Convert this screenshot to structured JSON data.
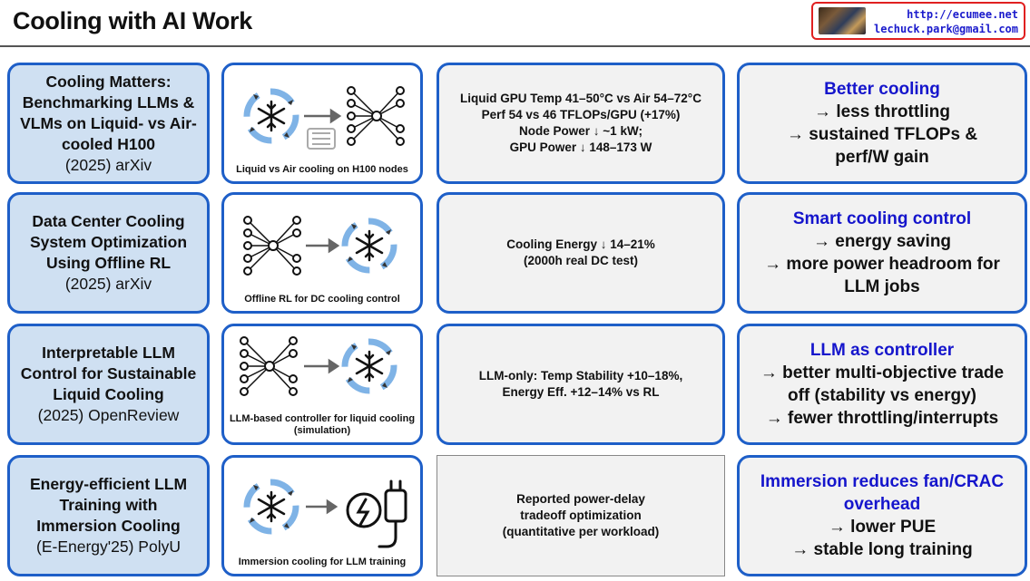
{
  "header": {
    "title": "Cooling with AI Work",
    "url": "http://ecumee.net",
    "email": "lechuck.park@gmail.com"
  },
  "rows": [
    {
      "paper_title": "Cooling Matters: Benchmarking LLMs & VLMs on Liquid- vs Air-cooled H100",
      "venue": "(2025) arXiv",
      "icon_caption": "Liquid vs Air cooling on H100 nodes",
      "results": [
        "Liquid GPU Temp 41–50°C vs Air 54–72°C",
        "Perf 54 vs 46 TFLOPs/GPU (+17%)",
        "Node Power ↓ ~1 kW;",
        "GPU Power ↓ 148–173 W"
      ],
      "insight_head": "Better cooling",
      "insight_lines": [
        "→ less throttling",
        "→ sustained TFLOPs &",
        "perf/W gain"
      ]
    },
    {
      "paper_title": "Data Center Cooling System Optimization Using Offline RL",
      "venue": "(2025) arXiv",
      "icon_caption": "Offline RL for DC cooling control",
      "results": [
        "Cooling Energy ↓ 14–21%",
        "(2000h real DC test)"
      ],
      "insight_head": "Smart cooling control",
      "insight_lines": [
        "→ energy saving",
        "→ more power headroom for",
        "LLM jobs"
      ]
    },
    {
      "paper_title": "Interpretable LLM Control for Sustainable Liquid Cooling",
      "venue": "(2025) OpenReview",
      "icon_caption": "LLM-based controller for liquid cooling (simulation)",
      "results": [
        "LLM-only: Temp Stability +10–18%,",
        "Energy Eff. +12–14% vs RL"
      ],
      "insight_head": "LLM as controller",
      "insight_lines": [
        "→ better multi-objective trade",
        "off (stability vs energy)",
        "→ fewer throttling/interrupts"
      ]
    },
    {
      "paper_title": "Energy-efficient LLM Training with Immersion Cooling",
      "venue": "(E-Energy'25) PolyU",
      "icon_caption": "Immersion cooling for LLM training",
      "results": [
        "Reported power-delay",
        "tradeoff optimization",
        "(quantitative per workload)"
      ],
      "insight_head": "Immersion reduces fan/CRAC overhead",
      "insight_lines": [
        "→ lower PUE",
        "→ stable long training"
      ]
    }
  ]
}
